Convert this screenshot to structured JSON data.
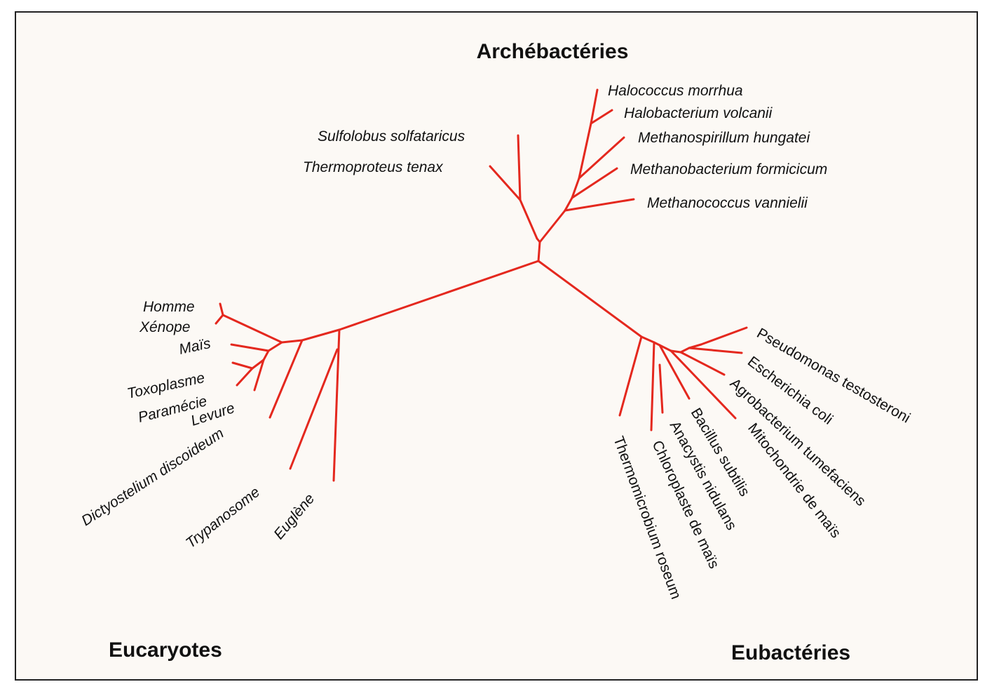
{
  "domains": {
    "archaea": "Archébactéries",
    "eukaryotes": "Eucaryotes",
    "bacteria": "Eubactéries"
  },
  "taxa": {
    "halococcus": "Halococcus morrhua",
    "halobacterium": "Halobacterium volcanii",
    "methanospirillum": "Methanospirillum hungatei",
    "methanobacterium": "Methanobacterium formicicum",
    "methanococcus": "Methanococcus vannielii",
    "sulfolobus": "Sulfolobus solfataricus",
    "thermoproteus": "Thermoproteus tenax",
    "homme": "Homme",
    "xenope": "Xénope",
    "mais": "Maïs",
    "toxoplasme": "Toxoplasme",
    "paramecie": "Paramécie",
    "levure": "Levure",
    "dictyostelium": "Dictyostelium discoideum",
    "trypanosome": "Trypanosome",
    "euglene": "Euglène",
    "pseudomonas": "Pseudomonas testosteroni",
    "escherichia": "Escherichia coli",
    "agrobacterium": "Agrobacterium tumefaciens",
    "mitochondrie": "Mitochondrie de maïs",
    "bacillus": "Bacillus subtilis",
    "anacystis": "Anacystis nidulans",
    "chloroplaste": "Chloroplaste de maïs",
    "thermomicrobium": "Thermomicrobium roseum"
  },
  "colors": {
    "branch": "#e4281e",
    "text": "#111111",
    "background": "#fcf9f5",
    "frame": "#222222"
  }
}
